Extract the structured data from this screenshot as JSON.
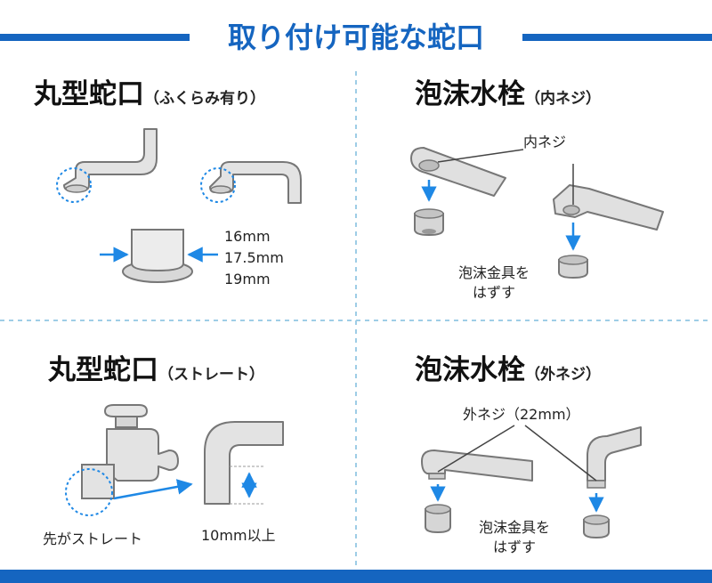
{
  "header": {
    "title": "取り付け可能な蛇口"
  },
  "sections": {
    "round_bulge": {
      "title": "丸型蛇口",
      "subtitle": "（ふくらみ有り）",
      "sizes": [
        "16mm",
        "17.5mm",
        "19mm"
      ]
    },
    "aerator_inner": {
      "title": "泡沫水栓",
      "subtitle": "（内ネジ）",
      "thread_label": "内ネジ",
      "remove_label_line1": "泡沫金具を",
      "remove_label_line2": "はずす"
    },
    "round_straight": {
      "title": "丸型蛇口",
      "subtitle": "（ストレート）",
      "tip_label": "先がストレート",
      "length_label": "10mm以上"
    },
    "aerator_outer": {
      "title": "泡沫水栓",
      "subtitle": "（外ネジ）",
      "thread_label": "外ネジ（22mm）",
      "remove_label_line1": "泡沫金具を",
      "remove_label_line2": "はずす"
    }
  },
  "colors": {
    "accent": "#1565c0",
    "arrow": "#1e88e5",
    "divider": "#9ecde6",
    "faucet_fill": "#e3e3e3",
    "faucet_stroke": "#777777"
  }
}
